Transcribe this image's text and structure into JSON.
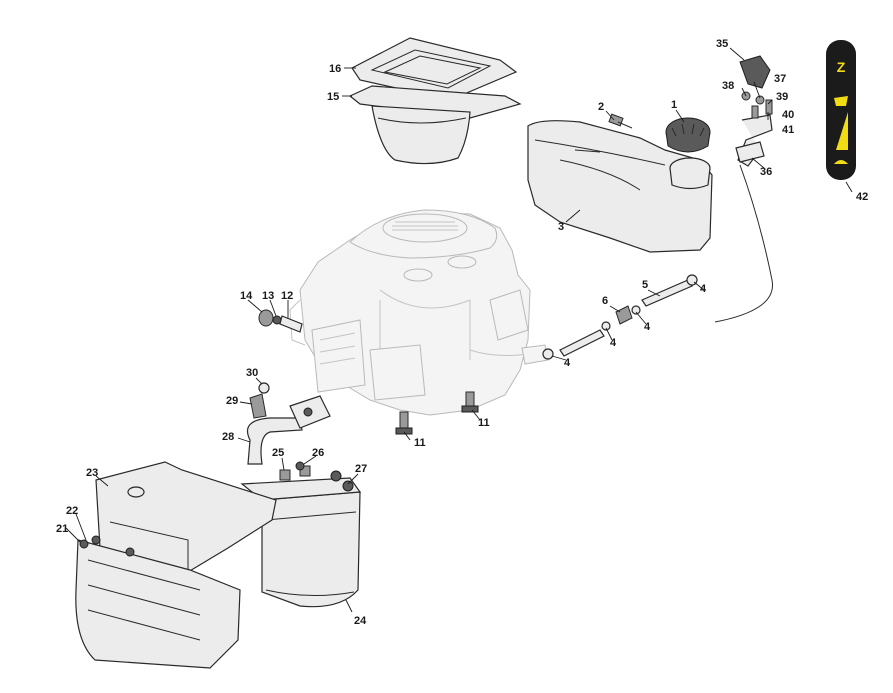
{
  "diagram": {
    "callouts": [
      {
        "id": "c1",
        "text": "1"
      },
      {
        "id": "c2",
        "text": "2"
      },
      {
        "id": "c3",
        "text": "3"
      },
      {
        "id": "c4a",
        "text": "4"
      },
      {
        "id": "c4b",
        "text": "4"
      },
      {
        "id": "c4c",
        "text": "4"
      },
      {
        "id": "c4d",
        "text": "4"
      },
      {
        "id": "c5",
        "text": "5"
      },
      {
        "id": "c6",
        "text": "6"
      },
      {
        "id": "c11a",
        "text": "11"
      },
      {
        "id": "c11b",
        "text": "11"
      },
      {
        "id": "c12",
        "text": "12"
      },
      {
        "id": "c13",
        "text": "13"
      },
      {
        "id": "c14",
        "text": "14"
      },
      {
        "id": "c15",
        "text": "15"
      },
      {
        "id": "c16",
        "text": "16"
      },
      {
        "id": "c21",
        "text": "21"
      },
      {
        "id": "c22",
        "text": "22"
      },
      {
        "id": "c23",
        "text": "23"
      },
      {
        "id": "c24",
        "text": "24"
      },
      {
        "id": "c25",
        "text": "25"
      },
      {
        "id": "c26",
        "text": "26"
      },
      {
        "id": "c27",
        "text": "27"
      },
      {
        "id": "c28",
        "text": "28"
      },
      {
        "id": "c29",
        "text": "29"
      },
      {
        "id": "c30",
        "text": "30"
      },
      {
        "id": "c35",
        "text": "35"
      },
      {
        "id": "c36",
        "text": "36"
      },
      {
        "id": "c37",
        "text": "37"
      },
      {
        "id": "c38",
        "text": "38"
      },
      {
        "id": "c39",
        "text": "39"
      },
      {
        "id": "c40",
        "text": "40"
      },
      {
        "id": "c41",
        "text": "41"
      },
      {
        "id": "c42",
        "text": "42"
      }
    ],
    "throttle_label": {
      "glyph": "Z",
      "background_color": "#1b1b1b",
      "symbol_color": "#f2dc12"
    }
  }
}
